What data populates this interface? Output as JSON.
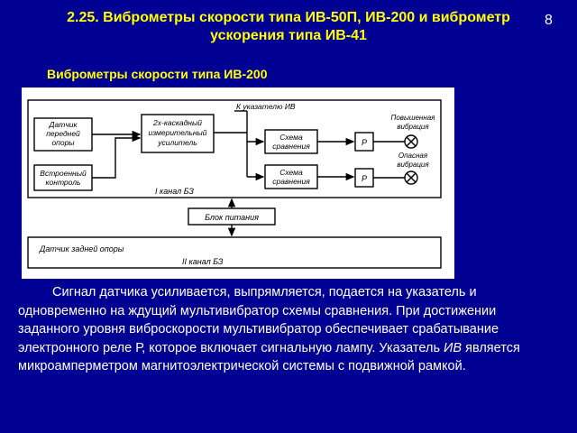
{
  "slide": {
    "title": "2.25. Виброметры скорости типа ИВ-50П, ИВ-200 и виброметр ускорения типа ИВ-41",
    "page_number": "8",
    "subtitle": "Виброметры скорости типа ИВ-200"
  },
  "diagram": {
    "sensor_front_1": "Датчик",
    "sensor_front_2": "передней",
    "sensor_front_3": "опоры",
    "builtin_control_1": "Встроенный",
    "builtin_control_2": "контроль",
    "amplifier_1": "2х-каскадный",
    "amplifier_2": "измерительный",
    "amplifier_3": "усилитель",
    "to_indicator": "К указателю ИВ",
    "comparator_1a": "Схема",
    "comparator_1b": "сравнения",
    "comparator_2a": "Схема",
    "comparator_2b": "сравнения",
    "relay_1": "Р",
    "relay_2": "Р",
    "high_vibration_1": "Повышенная",
    "high_vibration_2": "вибрация",
    "danger_vibration_1": "Опасная",
    "danger_vibration_2": "вибрация",
    "channel_1": "I канал БЗ",
    "power_supply": "Блок питания",
    "sensor_rear": "Датчик задней опоры",
    "channel_2": "II канал БЗ"
  },
  "body": {
    "text_1": "Сигнал датчика усиливается, выпрямляется, подается на указатель и одновременно на ждущий мультивибратор схемы сравнения. При достижении заданного уровня виброскорости мультивибратор обеспечивает срабатывание электронного реле Р, которое включает сигнальную лампу. Указатель ",
    "text_em": "ИВ",
    "text_2": " является микроамперметром магнитоэлектрической системы с подвижной рамкой."
  }
}
